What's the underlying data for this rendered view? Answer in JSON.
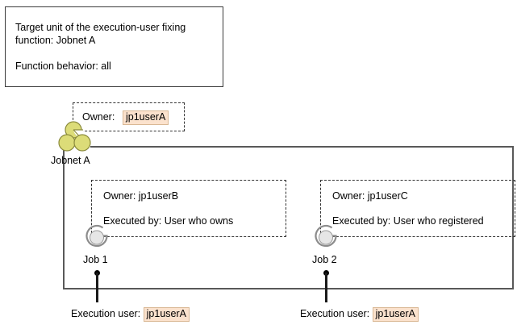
{
  "description_box": {
    "line1": "Target unit of the execution-user fixing",
    "line2": "function: Jobnet A",
    "line3": "Function behavior: all"
  },
  "jobnet": {
    "icon_name": "jobnet-icon",
    "label": "Jobnet A",
    "annotation": {
      "owner_label": "Owner:",
      "owner_value": "jp1userA"
    }
  },
  "jobs": [
    {
      "icon_name": "job-icon",
      "label": "Job 1",
      "annotation": {
        "owner_label": "Owner: jp1userB",
        "executed_by_label": "Executed by: User who owns"
      },
      "execution_user": {
        "label": "Execution user:",
        "value": "jp1userA"
      }
    },
    {
      "icon_name": "job-icon",
      "label": "Job 2",
      "annotation": {
        "owner_label": "Owner: jp1userC",
        "executed_by_label": "Executed by: User who registered"
      },
      "execution_user": {
        "label": "Execution user:",
        "value": "jp1userA"
      }
    }
  ],
  "colors": {
    "highlight_background": "#fbe2cd",
    "highlight_border": "#d9b895",
    "jobnet_icon_fill": "#dcdc78",
    "jobnet_icon_stroke": "#8a8a3c",
    "job_icon_fill": "#e6e6e6",
    "job_icon_stroke": "#8c8c8c",
    "connector_line": "#595959",
    "box_border": "#3b3b3b",
    "dashed_border": "#333333"
  }
}
